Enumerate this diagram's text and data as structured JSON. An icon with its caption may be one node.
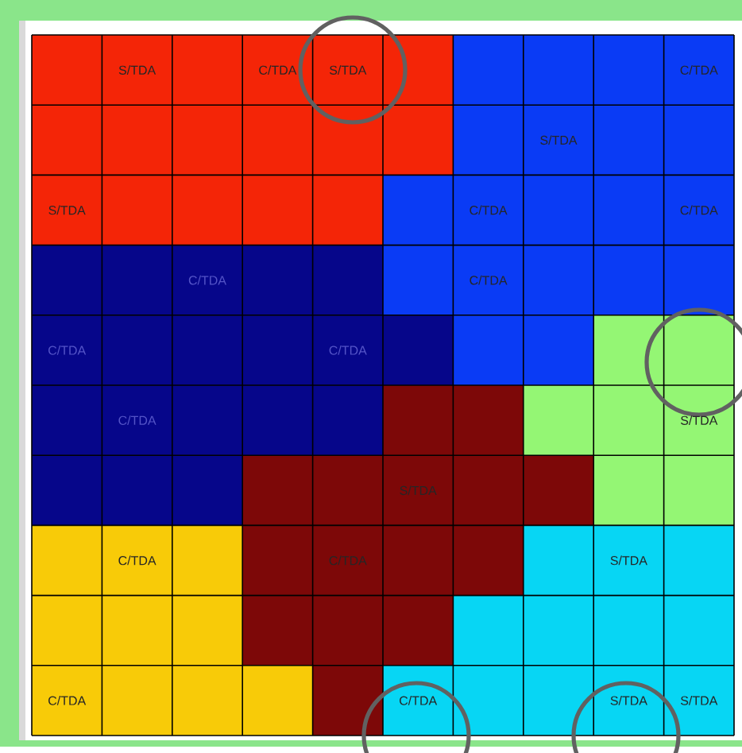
{
  "diagram": {
    "labels": [
      "S/TDA",
      "C/TDA",
      "S/TDA",
      "C/TDA",
      "S/TDA",
      "S/TDA",
      "C/TDA",
      "C/TDA",
      "C/TDA",
      "C/TDA",
      "C/TDA",
      "C/TDA",
      "C/TDA",
      "S/TDA",
      "S/TDA",
      "C/TDA",
      "C/TDA",
      "S/TDA",
      "C/TDA",
      "C/TDA",
      "S/TDA",
      "S/TDA"
    ]
  }
}
